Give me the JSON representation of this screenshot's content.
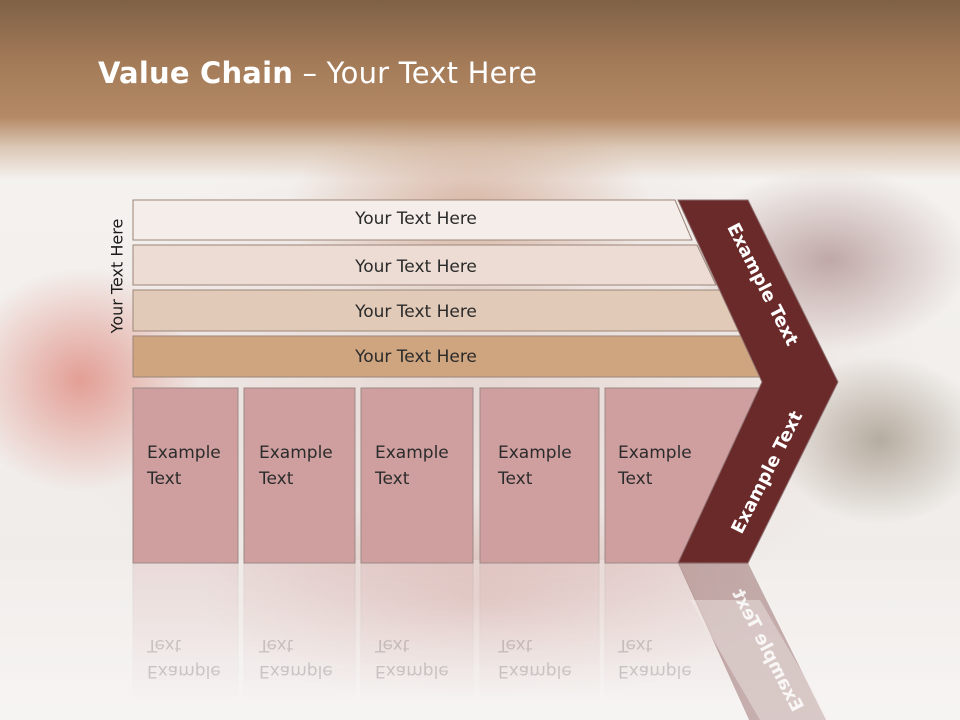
{
  "slide": {
    "title_bold": "Value Chain",
    "title_rest": " – Your Text Here",
    "side_label": "Your Text Here"
  },
  "bars": [
    {
      "label": "Your Text Here"
    },
    {
      "label": "Your Text Here"
    },
    {
      "label": "Your Text Here"
    },
    {
      "label": "Your Text Here"
    }
  ],
  "boxes": [
    {
      "label": "Example\nText"
    },
    {
      "label": "Example\nText"
    },
    {
      "label": "Example\nText"
    },
    {
      "label": "Example\nText"
    },
    {
      "label": "Example\nText"
    }
  ],
  "chevron": {
    "top_label": "Example Text",
    "bottom_label": "Example Text"
  },
  "colors": {
    "bar_fills": [
      "#f4ede9",
      "#ecdcd3",
      "#e1cab8",
      "#cfa57f"
    ],
    "box_fill": "#cf9fa0",
    "chevron_fill": "#6b2a2a",
    "title_band": "#a47b58"
  }
}
